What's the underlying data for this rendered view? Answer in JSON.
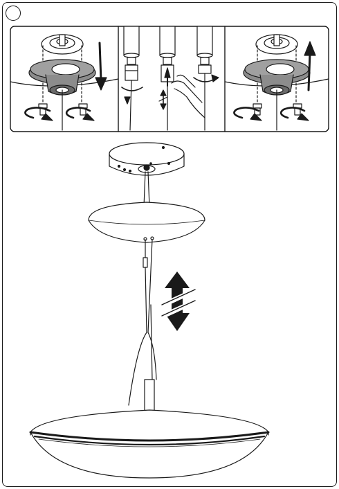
{
  "step": {
    "number": ""
  },
  "colors": {
    "line": "#1a1a1a",
    "canopy_fill": "#8c8c8c",
    "canopy_dark": "#5c5c5c",
    "paper": "#ffffff"
  },
  "panels": [
    {
      "name": "canopy-attach",
      "direction": "down"
    },
    {
      "name": "cable-adjust",
      "direction": "both"
    },
    {
      "name": "canopy-detach",
      "direction": "up"
    }
  ],
  "icons": [
    "arrow-down-icon",
    "arrow-up-icon",
    "rotate-icon",
    "double-arrow-icon",
    "hand-icon"
  ]
}
